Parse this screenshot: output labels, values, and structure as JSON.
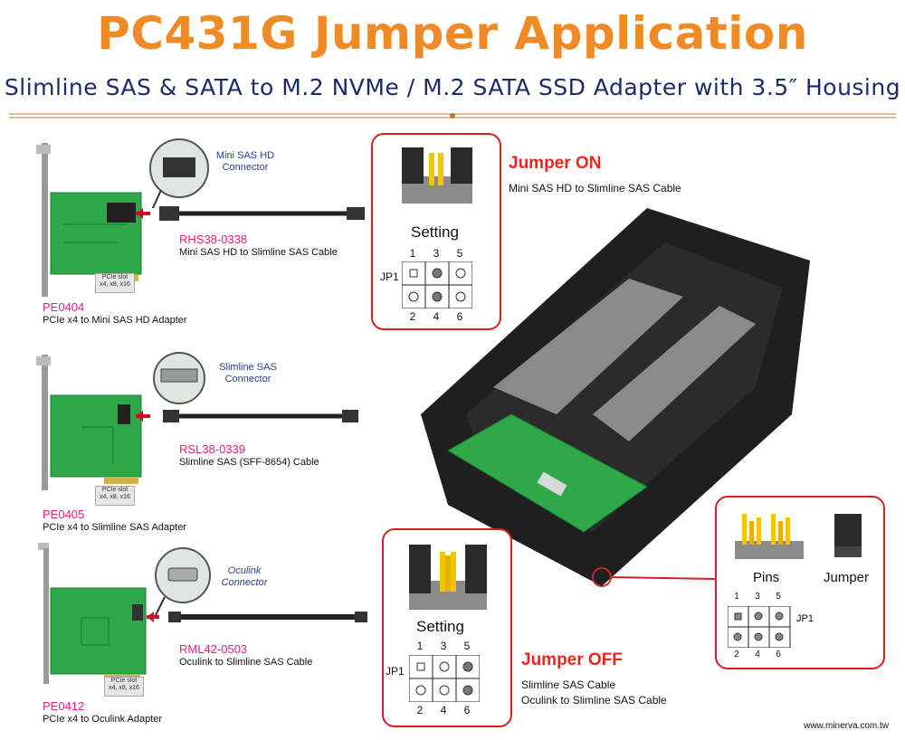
{
  "header": {
    "title": "PC431G Jumper Application",
    "subtitle": "Slimline SAS & SATA to M.2 NVMe / M.2 SATA SSD Adapter with 3.5″ Housing"
  },
  "adapters": [
    {
      "model": "PE0404",
      "desc": "PCIe x4 to Mini SAS HD Adapter",
      "connector": [
        "Mini SAS HD",
        "Connector"
      ],
      "cable_model": "RHS38-0338",
      "cable_desc": "Mini SAS HD to Slimline SAS Cable"
    },
    {
      "model": "PE0405",
      "desc": "PCIe x4 to Slimline SAS Adapter",
      "connector": [
        "Slimline SAS",
        "Connector"
      ],
      "cable_model": "RSL38-0339",
      "cable_desc": "Slimline SAS (SFF-8654) Cable"
    },
    {
      "model": "PE0412",
      "desc": "PCIe x4 to Oculink Adapter",
      "connector": [
        "Oculink",
        "Connector"
      ],
      "cable_model": "RML42-0503",
      "cable_desc": "Oculink to Slimline SAS Cable"
    }
  ],
  "pcie_slot": {
    "line1": "PCIe slot",
    "line2": "x4, x8, x16"
  },
  "jumper_on": {
    "title": "Jumper ON",
    "desc": "Mini SAS HD to Slimline SAS Cable"
  },
  "jumper_off": {
    "title": "Jumper OFF",
    "desc_line1": "Slimline SAS Cable",
    "desc_line2": "Oculink to Slimline SAS Cable"
  },
  "setting": {
    "label": "Setting",
    "jp": "JP1",
    "top_pins": [
      "1",
      "3",
      "5"
    ],
    "bottom_pins": [
      "2",
      "4",
      "6"
    ]
  },
  "legend": {
    "pins": "Pins",
    "jumper": "Jumper"
  },
  "footer": {
    "url": "www.minerva.com.tw"
  },
  "colors": {
    "title": "#f08a24",
    "subtitle": "#1c2a6b",
    "model": "#e0217a",
    "panel_border": "#d42020",
    "pcb": "#2fa84a"
  }
}
